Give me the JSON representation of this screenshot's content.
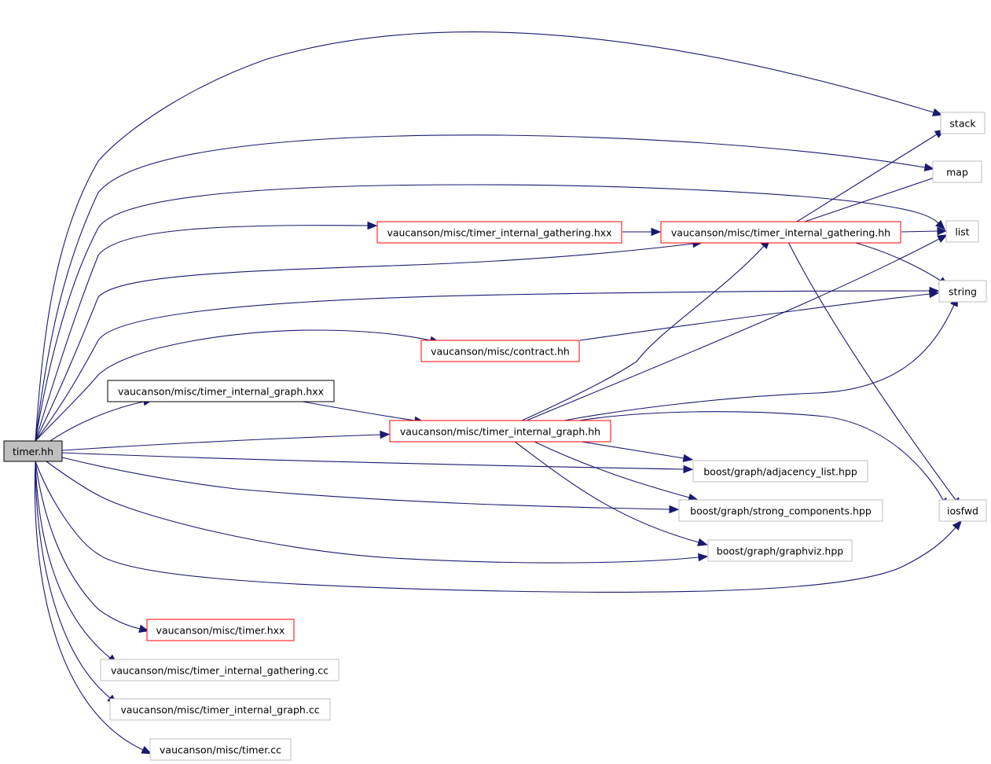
{
  "colors": {
    "edge": "#191970",
    "focus_fill": "#bfbfbf",
    "focus_border": "#000000",
    "truncated_border": "#ff0000",
    "documented_border": "#000000",
    "external_border": "#bfbfbf"
  },
  "nodes": {
    "timer_hh": {
      "label": "timer.hh",
      "kind": "focus"
    },
    "stack": {
      "label": "stack",
      "kind": "external"
    },
    "map": {
      "label": "map",
      "kind": "external"
    },
    "list": {
      "label": "list",
      "kind": "external"
    },
    "string": {
      "label": "string",
      "kind": "external"
    },
    "iosfwd": {
      "label": "iosfwd",
      "kind": "external"
    },
    "gathering_hxx": {
      "label": "vaucanson/misc/timer_internal_gathering.hxx",
      "kind": "truncated"
    },
    "gathering_hh": {
      "label": "vaucanson/misc/timer_internal_gathering.hh",
      "kind": "truncated"
    },
    "contract_hh": {
      "label": "vaucanson/misc/contract.hh",
      "kind": "truncated"
    },
    "graph_hxx": {
      "label": "vaucanson/misc/timer_internal_graph.hxx",
      "kind": "documented"
    },
    "graph_hh": {
      "label": "vaucanson/misc/timer_internal_graph.hh",
      "kind": "truncated"
    },
    "adjacency_list": {
      "label": "boost/graph/adjacency_list.hpp",
      "kind": "external"
    },
    "strong_components": {
      "label": "boost/graph/strong_components.hpp",
      "kind": "external"
    },
    "graphviz": {
      "label": "boost/graph/graphviz.hpp",
      "kind": "external"
    },
    "timer_hxx": {
      "label": "vaucanson/misc/timer.hxx",
      "kind": "truncated"
    },
    "gathering_cc": {
      "label": "vaucanson/misc/timer_internal_gathering.cc",
      "kind": "external"
    },
    "graph_cc": {
      "label": "vaucanson/misc/timer_internal_graph.cc",
      "kind": "external"
    },
    "timer_cc": {
      "label": "vaucanson/misc/timer.cc",
      "kind": "external"
    }
  },
  "edges": [
    [
      "timer_hh",
      "stack"
    ],
    [
      "timer_hh",
      "map"
    ],
    [
      "timer_hh",
      "list"
    ],
    [
      "timer_hh",
      "gathering_hxx"
    ],
    [
      "timer_hh",
      "gathering_hh"
    ],
    [
      "timer_hh",
      "string"
    ],
    [
      "timer_hh",
      "contract_hh"
    ],
    [
      "timer_hh",
      "graph_hxx"
    ],
    [
      "timer_hh",
      "graph_hh"
    ],
    [
      "timer_hh",
      "adjacency_list"
    ],
    [
      "timer_hh",
      "strong_components"
    ],
    [
      "timer_hh",
      "graphviz"
    ],
    [
      "timer_hh",
      "iosfwd"
    ],
    [
      "timer_hh",
      "timer_hxx"
    ],
    [
      "timer_hh",
      "gathering_cc"
    ],
    [
      "timer_hh",
      "graph_cc"
    ],
    [
      "timer_hh",
      "timer_cc"
    ],
    [
      "gathering_hxx",
      "gathering_hh"
    ],
    [
      "gathering_hh",
      "stack"
    ],
    [
      "gathering_hh",
      "map"
    ],
    [
      "gathering_hh",
      "list"
    ],
    [
      "gathering_hh",
      "string"
    ],
    [
      "gathering_hh",
      "iosfwd"
    ],
    [
      "contract_hh",
      "string"
    ],
    [
      "graph_hxx",
      "graph_hh"
    ],
    [
      "graph_hh",
      "gathering_hh"
    ],
    [
      "graph_hh",
      "list"
    ],
    [
      "graph_hh",
      "string"
    ],
    [
      "graph_hh",
      "iosfwd"
    ],
    [
      "graph_hh",
      "adjacency_list"
    ],
    [
      "graph_hh",
      "strong_components"
    ],
    [
      "graph_hh",
      "graphviz"
    ],
    [
      "timer_hxx",
      "iosfwd"
    ]
  ]
}
